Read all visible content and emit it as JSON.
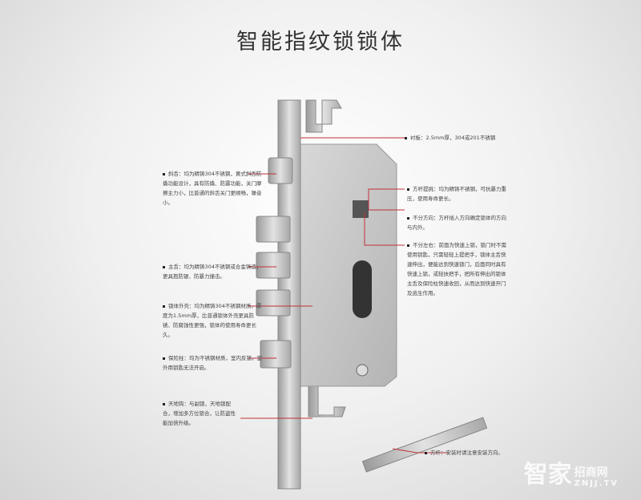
{
  "title": "智能指纹锁锁体",
  "labels": {
    "backplate": "衬板：2.5mm厚，304或201不锈钢",
    "latch": "斜舌：均为精铸304不锈钢，黄式斜舌防撬功能设计，具有防撬、防震功能，关门摩擦主力小，比普通的斜舌关门更顺畅，噪音小。",
    "main_bolt": "主舌：均为精铸304不锈钢或合金铸造，更具抱防锯、防暴力撞击。",
    "shell": "锁体外壳：均为精铸304不锈钢材质，厚度为1.5mm厚，比普通锁体外壳更具防锈、防腐蚀性更强，锁体的使用寿命更长久。",
    "deadbolt": "保险柱：均为不锈钢材质，室内反锁，室外用钥匙无法开启。",
    "hooks": "天地钩：与副锁，天地锁配合，增加多方位锁合，让防盗性能加倍升级。",
    "spindle_hub": "方杆提挑：均为精铸不锈钢，可抗暴力重压，使用寿命更长。",
    "direction": "不分方向：方杆插入方向确定锁体的方向与内外。",
    "left_right": "不分左右：前面为快速上锁，锁门时不需使用钥匙，只需轻轻上提把手，锁体主舌快速伸出，便能达到快速锁门，后面同时具有快速上锁，或轻扶把手，把所有伸出的锁体主舌及保险柱快速收回，从而达到快速开门及逃生作用。",
    "spindle": "方杆：安装时请注意安装方向。"
  },
  "watermark": {
    "cn": "智家",
    "cn2": "招商网",
    "en": "ZNJJ.TV"
  },
  "colors": {
    "leader": "#c0303a",
    "steel": "#c8c8c8"
  }
}
